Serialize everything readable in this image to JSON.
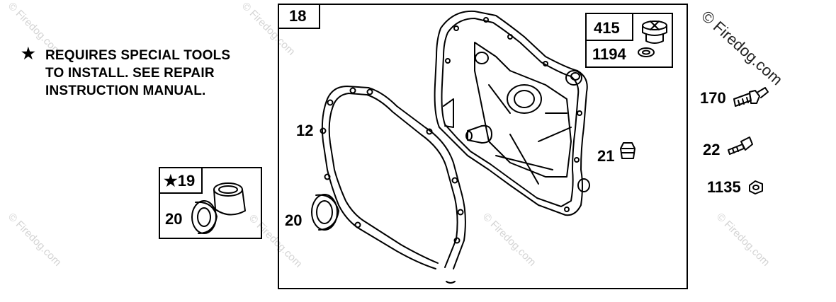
{
  "note": {
    "star": "★",
    "lines": [
      "REQUIRES SPECIAL TOOLS",
      "TO INSTALL.  SEE REPAIR",
      "INSTRUCTION MANUAL."
    ]
  },
  "labels": {
    "main_box": "18",
    "gasket": "12",
    "seal_main": "20",
    "fitting_21": "21",
    "box_415": "415",
    "box_1194": "1194",
    "part_170": "170",
    "part_22": "22",
    "part_1135": "1135",
    "kit_19": "★19",
    "kit_20": "20"
  },
  "watermark": {
    "main": "© Firedog.com",
    "repeat": "© Firedog.com"
  }
}
